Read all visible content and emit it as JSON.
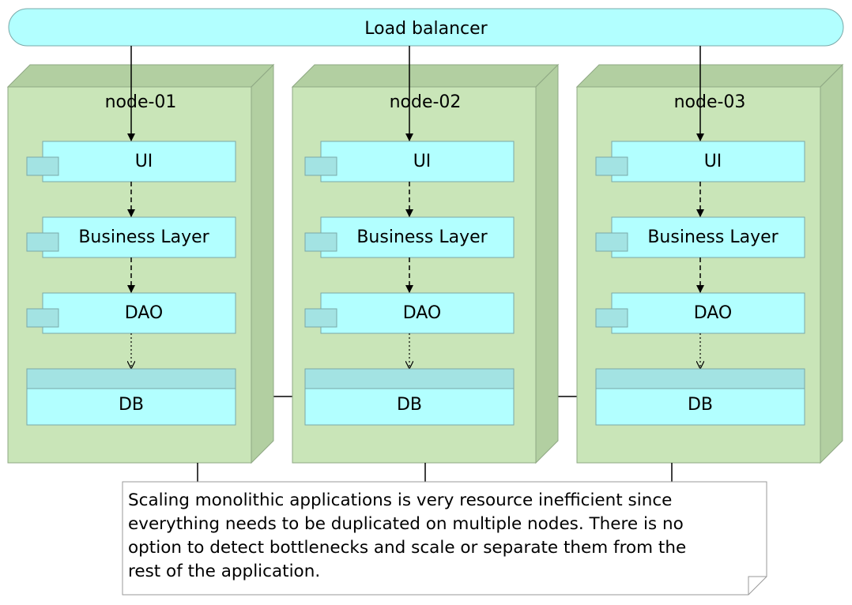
{
  "load_balancer": {
    "label": "Load balancer"
  },
  "nodes": [
    {
      "name": "node-01",
      "components": [
        "UI",
        "Business Layer",
        "DAO"
      ],
      "database": "DB"
    },
    {
      "name": "node-02",
      "components": [
        "UI",
        "Business Layer",
        "DAO"
      ],
      "database": "DB"
    },
    {
      "name": "node-03",
      "components": [
        "UI",
        "Business Layer",
        "DAO"
      ],
      "database": "DB"
    }
  ],
  "note": {
    "lines": [
      "Scaling monolithic applications is very resource inefficient since",
      "everything needs to be duplicated on multiple nodes. There is no",
      "option to detect bottlenecks and scale or separate them from the",
      "rest of the application."
    ]
  },
  "colors": {
    "load_balancer_fill": "#b2ffff",
    "node_front": "#c9e5b8",
    "node_side": "#b2cfa1",
    "component_fill": "#b2ffff",
    "component_tab": "#a3e3e3",
    "db_header": "#a3e3e3"
  }
}
